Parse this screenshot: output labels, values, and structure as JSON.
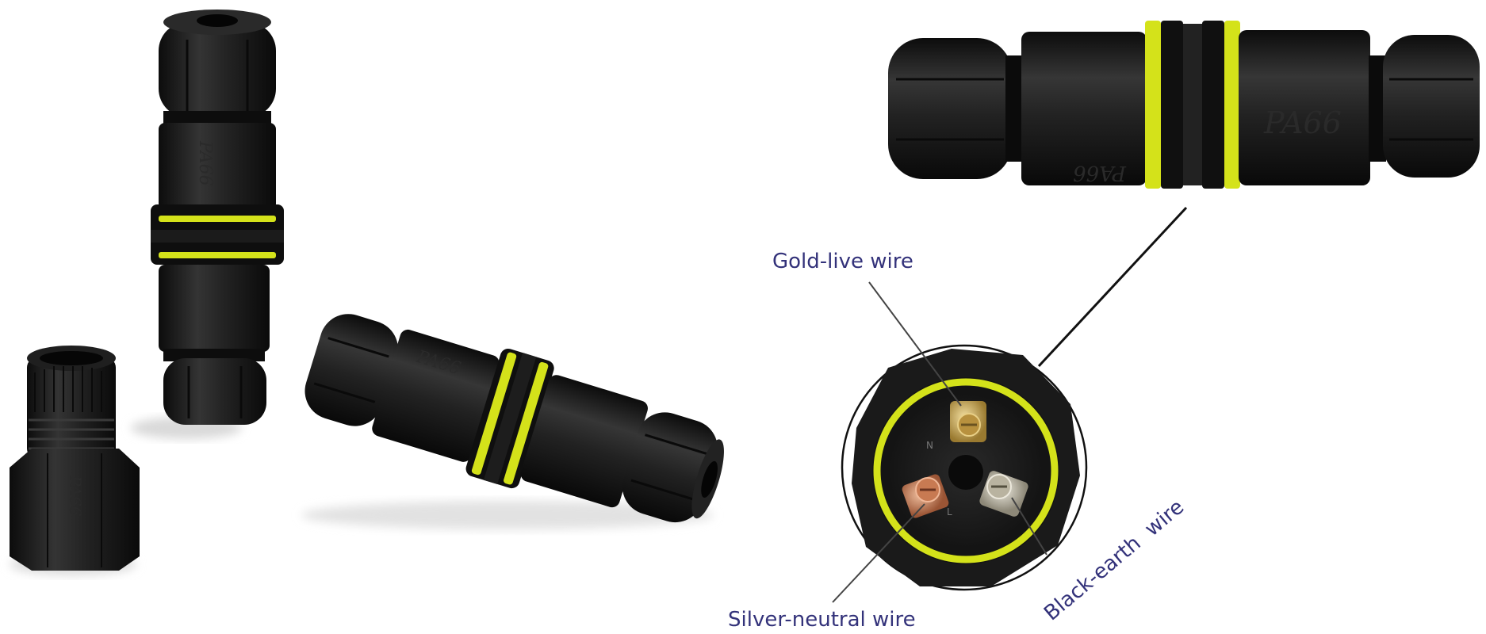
{
  "labels": {
    "gold": "Gold-live wire",
    "silver": "Silver-neutral wire",
    "black": "Black-earth  wire"
  },
  "molded_text": {
    "material": "PA66"
  },
  "colors": {
    "connector_body": "#1c1c1c",
    "seal_ring": "#d4e21a",
    "label_text": "#33327a",
    "gold_terminal": "#c9a24a",
    "copper_terminal": "#c87a52",
    "silver_terminal": "#c9c3b0"
  }
}
